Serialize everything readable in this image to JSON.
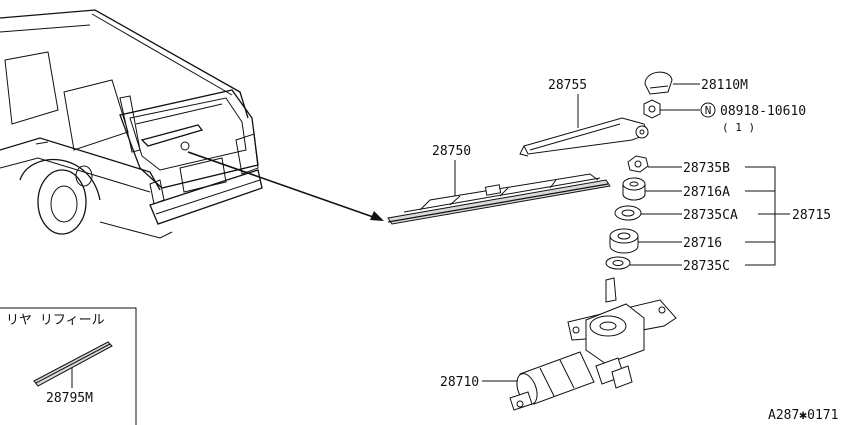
{
  "callouts": {
    "arm": "28755",
    "cap": "28110M",
    "nut_code": "08918-10610",
    "nut_symbol": "N",
    "nut_qty": "( 1 )",
    "blade": "28750",
    "seal_b": "28735B",
    "bushing_a": "28716A",
    "seal_ca": "28735CA",
    "bushing": "28716",
    "seal_c": "28735C",
    "assembly_group": "28715",
    "motor": "28710"
  },
  "refill_box": {
    "title": "リヤ リフィール",
    "part": "28795M"
  },
  "diagram_code": "A287✱0171"
}
